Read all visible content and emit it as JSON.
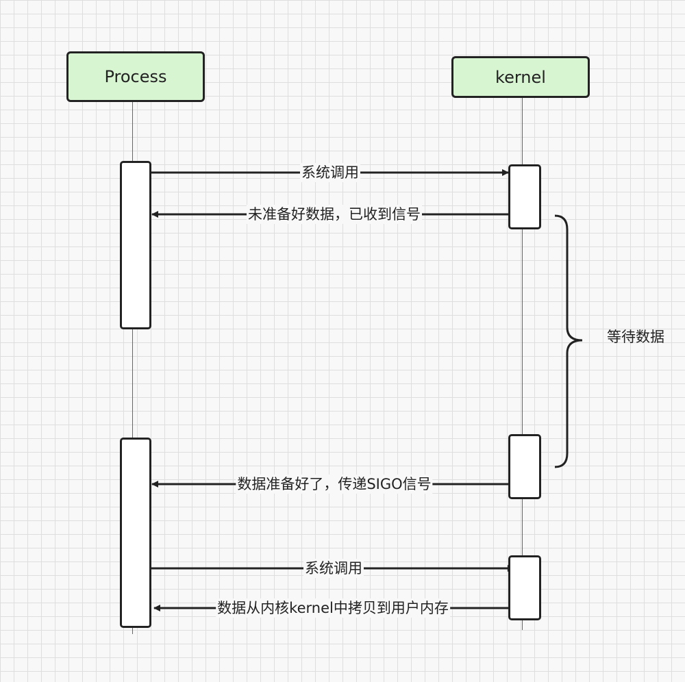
{
  "actors": {
    "process": "Process",
    "kernel": "kernel"
  },
  "messages": [
    {
      "text": "系统调用",
      "direction": "process-to-kernel"
    },
    {
      "text": "未准备好数据，已收到信号",
      "direction": "kernel-to-process"
    },
    {
      "text": "数据准备好了，传递SIGO信号",
      "direction": "kernel-to-process"
    },
    {
      "text": "系统调用",
      "direction": "process-to-kernel"
    },
    {
      "text": "数据从内核kernel中拷贝到用户内存",
      "direction": "kernel-to-process"
    }
  ],
  "annotation": {
    "brace_label": "等待数据"
  },
  "colors": {
    "actor_fill": "#d8f5d2",
    "stroke": "#222222",
    "grid": "#dedede"
  }
}
